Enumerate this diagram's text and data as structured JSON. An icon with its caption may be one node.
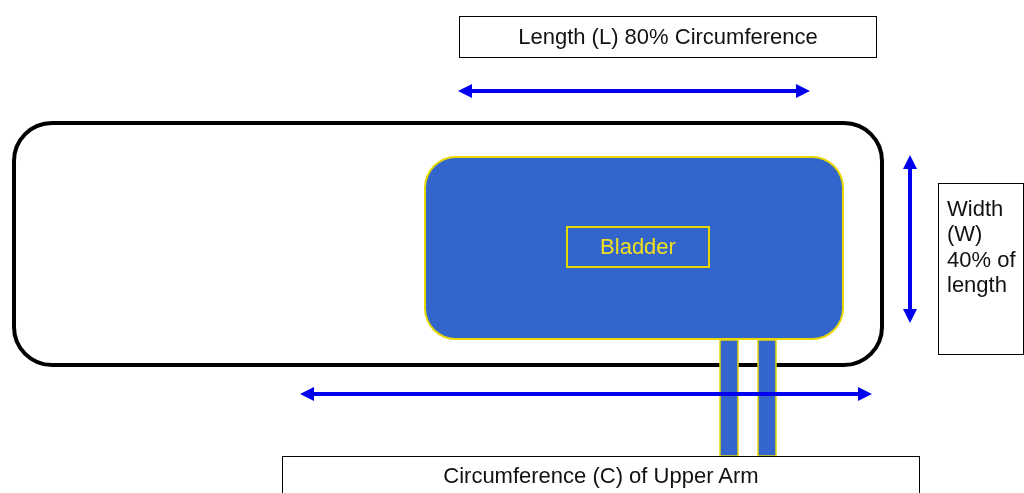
{
  "diagram": {
    "nodes": [
      {
        "text": [
          "Length (L) 80% Circumference"
        ]
      },
      {
        "text": [],
        "shape": "box"
      },
      {
        "text": [],
        "shape": "box",
        "in": 1
      },
      {
        "text": [
          "Bladder"
        ],
        "in": 2
      },
      {
        "text": [
          "Width (W) 40% of length"
        ]
      },
      {
        "text": [
          "Circumference (C) of Upper Arm"
        ]
      }
    ]
  }
}
